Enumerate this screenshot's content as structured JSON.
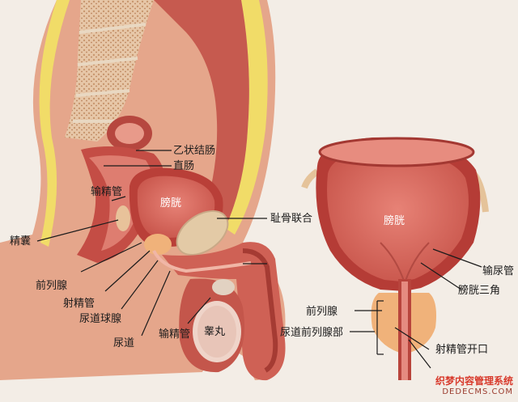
{
  "labels": {
    "sigmoid_colon": "乙状结肠",
    "rectum": "直肠",
    "vas_deferens_top": "输精管",
    "bladder_left": "膀胱",
    "pubic_symphysis": "耻骨联合",
    "seminal_vesicle": "精囊",
    "prostate_left": "前列腺",
    "ejaculatory_duct": "射精管",
    "bulbourethral_gland": "尿道球腺",
    "urethra": "尿道",
    "vas_deferens_bottom": "输精管",
    "testis": "睾丸",
    "bladder_right": "膀胱",
    "ureter": "输尿管",
    "trigone": "膀胱三角",
    "prostate_right": "前列腺",
    "prostatic_urethra": "尿道前列腺部",
    "ejaculatory_opening": "射精管开口"
  },
  "watermark": {
    "line1": "织梦内容管理系统",
    "line2": "DEDECMS.COM"
  },
  "colors": {
    "background": "#f3ede6",
    "skin": "#e7a98d",
    "muscle": "#c65a4f",
    "fat": "#f1dc68",
    "bladder_wall": "#b93f38",
    "bladder_inner": "#d66a5e",
    "prostate": "#f0b27a"
  }
}
